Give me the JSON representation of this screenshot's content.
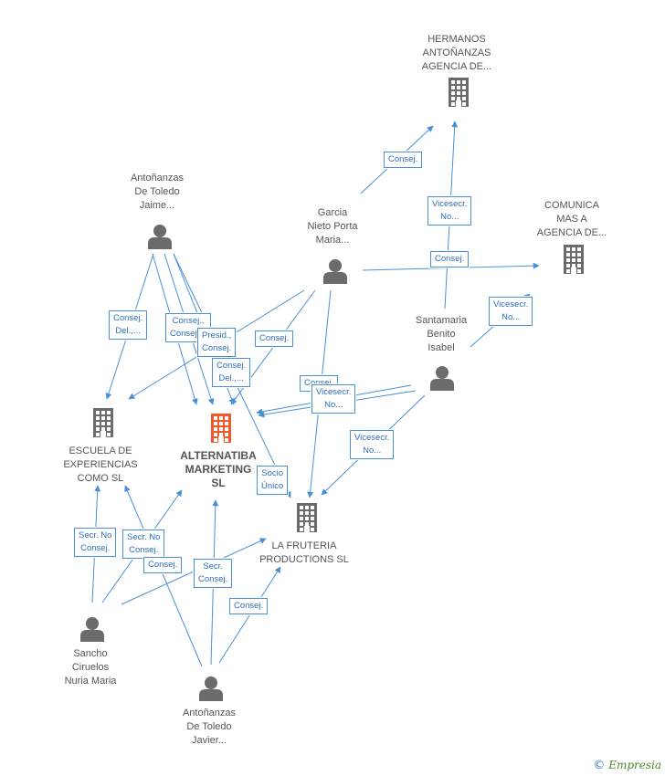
{
  "nodes": [
    {
      "id": "hermanos",
      "type": "company",
      "label": "HERMANOS\nANTOÑANZAS\nAGENCIA DE..."
    },
    {
      "id": "comunica",
      "type": "company",
      "label": "COMUNICA\nMAS A\nAGENCIA DE..."
    },
    {
      "id": "escuela",
      "type": "company",
      "label": "ESCUELA DE\nEXPERIENCIAS\nCOMO SL"
    },
    {
      "id": "alternatiba",
      "type": "company",
      "main": true,
      "label": "ALTERNATIBA\nMARKETING\nSL"
    },
    {
      "id": "fruteria",
      "type": "company",
      "label": "LA FRUTERIA\nPRODUCTIONS SL"
    },
    {
      "id": "jaime",
      "type": "person",
      "label": "Antoñanzas\nDe Toledo\nJaime..."
    },
    {
      "id": "garcia",
      "type": "person",
      "label": "Garcia\nNieto Porta\nMaria..."
    },
    {
      "id": "santamaria",
      "type": "person",
      "label": "Santamaria\nBenito\nIsabel"
    },
    {
      "id": "sancho",
      "type": "person",
      "label": "Sancho\nCiruelos\nNuria Maria"
    },
    {
      "id": "javier",
      "type": "person",
      "label": "Antoñanzas\nDe Toledo\nJavier..."
    }
  ],
  "edges": [
    {
      "from": "garcia",
      "to": "hermanos",
      "label": "Consej."
    },
    {
      "from": "santamaria",
      "to": "hermanos",
      "label": "Vicesecr.\nNo..."
    },
    {
      "from": "garcia",
      "to": "comunica",
      "label": "Consej."
    },
    {
      "from": "santamaria",
      "to": "comunica",
      "label": "Vicesecr.\nNo..."
    },
    {
      "from": "jaime",
      "to": "escuela",
      "label": "Consej.\nDel.,..."
    },
    {
      "from": "jaime",
      "to": "alternatiba",
      "label": "Consej.,\nConsej...."
    },
    {
      "from": "jaime",
      "to": "alternatiba",
      "label": "Presid.,\nConsej."
    },
    {
      "from": "jaime",
      "to": "alternatiba",
      "label": "Consej.\nDel.,..."
    },
    {
      "from": "jaime",
      "to": "fruteria",
      "label": "Socio\nÚnico"
    },
    {
      "from": "garcia",
      "to": "escuela",
      "label": ""
    },
    {
      "from": "garcia",
      "to": "alternatiba",
      "label": "Consej."
    },
    {
      "from": "garcia",
      "to": "fruteria",
      "label": ""
    },
    {
      "from": "santamaria",
      "to": "alternatiba",
      "label": "Consej."
    },
    {
      "from": "santamaria",
      "to": "alternatiba",
      "label": "Vicesecr.\nNo..."
    },
    {
      "from": "santamaria",
      "to": "fruteria",
      "label": "Vicesecr.\nNo..."
    },
    {
      "from": "sancho",
      "to": "escuela",
      "label": "Secr. No\nConsej."
    },
    {
      "from": "sancho",
      "to": "alternatiba",
      "label": "Secr. No\nConsej."
    },
    {
      "from": "sancho",
      "to": "fruteria",
      "label": "Consej."
    },
    {
      "from": "javier",
      "to": "escuela",
      "label": "Secr.\nConsej."
    },
    {
      "from": "javier",
      "to": "alternatiba",
      "label": "Consej."
    },
    {
      "from": "javier",
      "to": "fruteria",
      "label": "Consej."
    }
  ],
  "colors": {
    "edge": "#4a90d9",
    "icon": "#6b6b6b",
    "main_icon": "#f05a28",
    "label_text": "#2d6fb8"
  },
  "credit": {
    "symbol": "©",
    "brand": "Empresia"
  }
}
